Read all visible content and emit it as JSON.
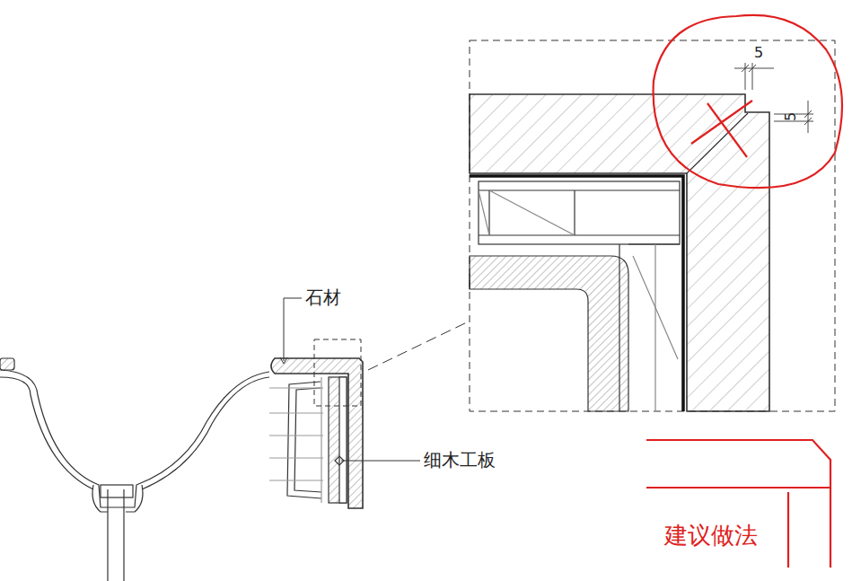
{
  "diagram": {
    "labels": [
      "石材",
      "细木工板",
      "5",
      "5",
      "建议做法"
    ]
  }
}
